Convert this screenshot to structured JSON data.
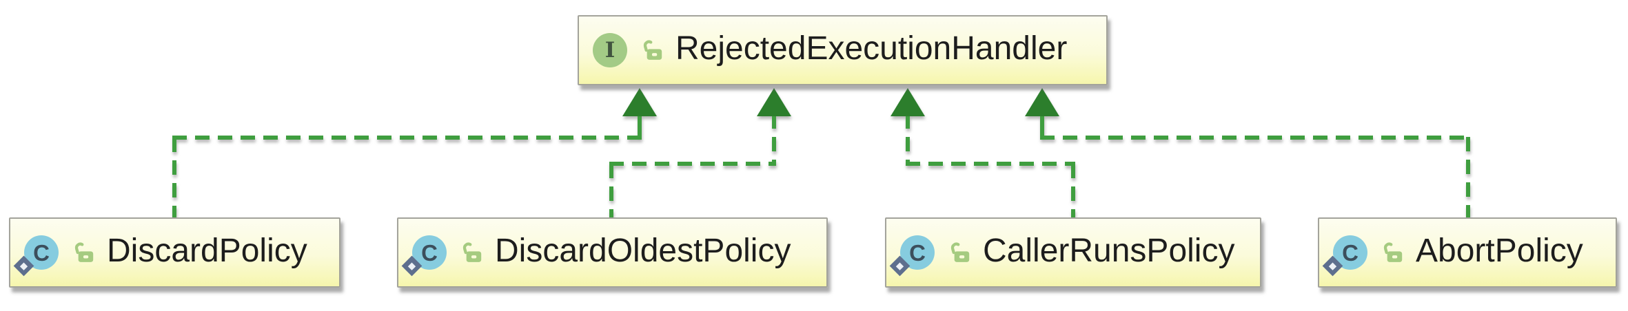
{
  "colors": {
    "edge_green": "#3f9e3f",
    "arrow_green": "#2c7e2c",
    "node_fill_top": "#fdfdf0",
    "node_fill_mid": "#fbfbda",
    "node_fill_bottom": "#f6f6ad",
    "node_border": "#a3a39b",
    "label_text": "#1d1d1d",
    "interface_icon_bg": "#a3cb86",
    "interface_icon_glyph": "#41543f",
    "class_icon_bg": "#86ccdf",
    "class_icon_glyph": "#3c4e5c",
    "static_diamond": "#5e6f8e",
    "static_diamond_inner": "#eef1f6",
    "lock_green": "#a5cb80"
  },
  "nodes": {
    "interface": {
      "label": "RejectedExecutionHandler",
      "kind": "interface",
      "icon": "interface-icon",
      "icon_letter": "I",
      "visibility_icon": "unlocked-icon"
    },
    "implementations": [
      {
        "label": "DiscardPolicy",
        "kind": "class",
        "icon": "class-icon",
        "icon_letter": "C",
        "static_marker": "diamond",
        "visibility_icon": "unlocked-icon"
      },
      {
        "label": "DiscardOldestPolicy",
        "kind": "class",
        "icon": "class-icon",
        "icon_letter": "C",
        "static_marker": "diamond",
        "visibility_icon": "unlocked-icon"
      },
      {
        "label": "CallerRunsPolicy",
        "kind": "class",
        "icon": "class-icon",
        "icon_letter": "C",
        "static_marker": "diamond",
        "visibility_icon": "unlocked-icon"
      },
      {
        "label": "AbortPolicy",
        "kind": "class",
        "icon": "class-icon",
        "icon_letter": "C",
        "static_marker": "diamond",
        "visibility_icon": "unlocked-icon"
      }
    ]
  },
  "edges": [
    {
      "from": "DiscardPolicy",
      "to": "RejectedExecutionHandler",
      "line": "dashed",
      "arrow": "filled-triangle-up",
      "color": "#3f9e3f"
    },
    {
      "from": "DiscardOldestPolicy",
      "to": "RejectedExecutionHandler",
      "line": "dashed",
      "arrow": "filled-triangle-up",
      "color": "#3f9e3f"
    },
    {
      "from": "CallerRunsPolicy",
      "to": "RejectedExecutionHandler",
      "line": "dashed",
      "arrow": "filled-triangle-up",
      "color": "#3f9e3f"
    },
    {
      "from": "AbortPolicy",
      "to": "RejectedExecutionHandler",
      "line": "dashed",
      "arrow": "filled-triangle-up",
      "color": "#3f9e3f"
    }
  ]
}
